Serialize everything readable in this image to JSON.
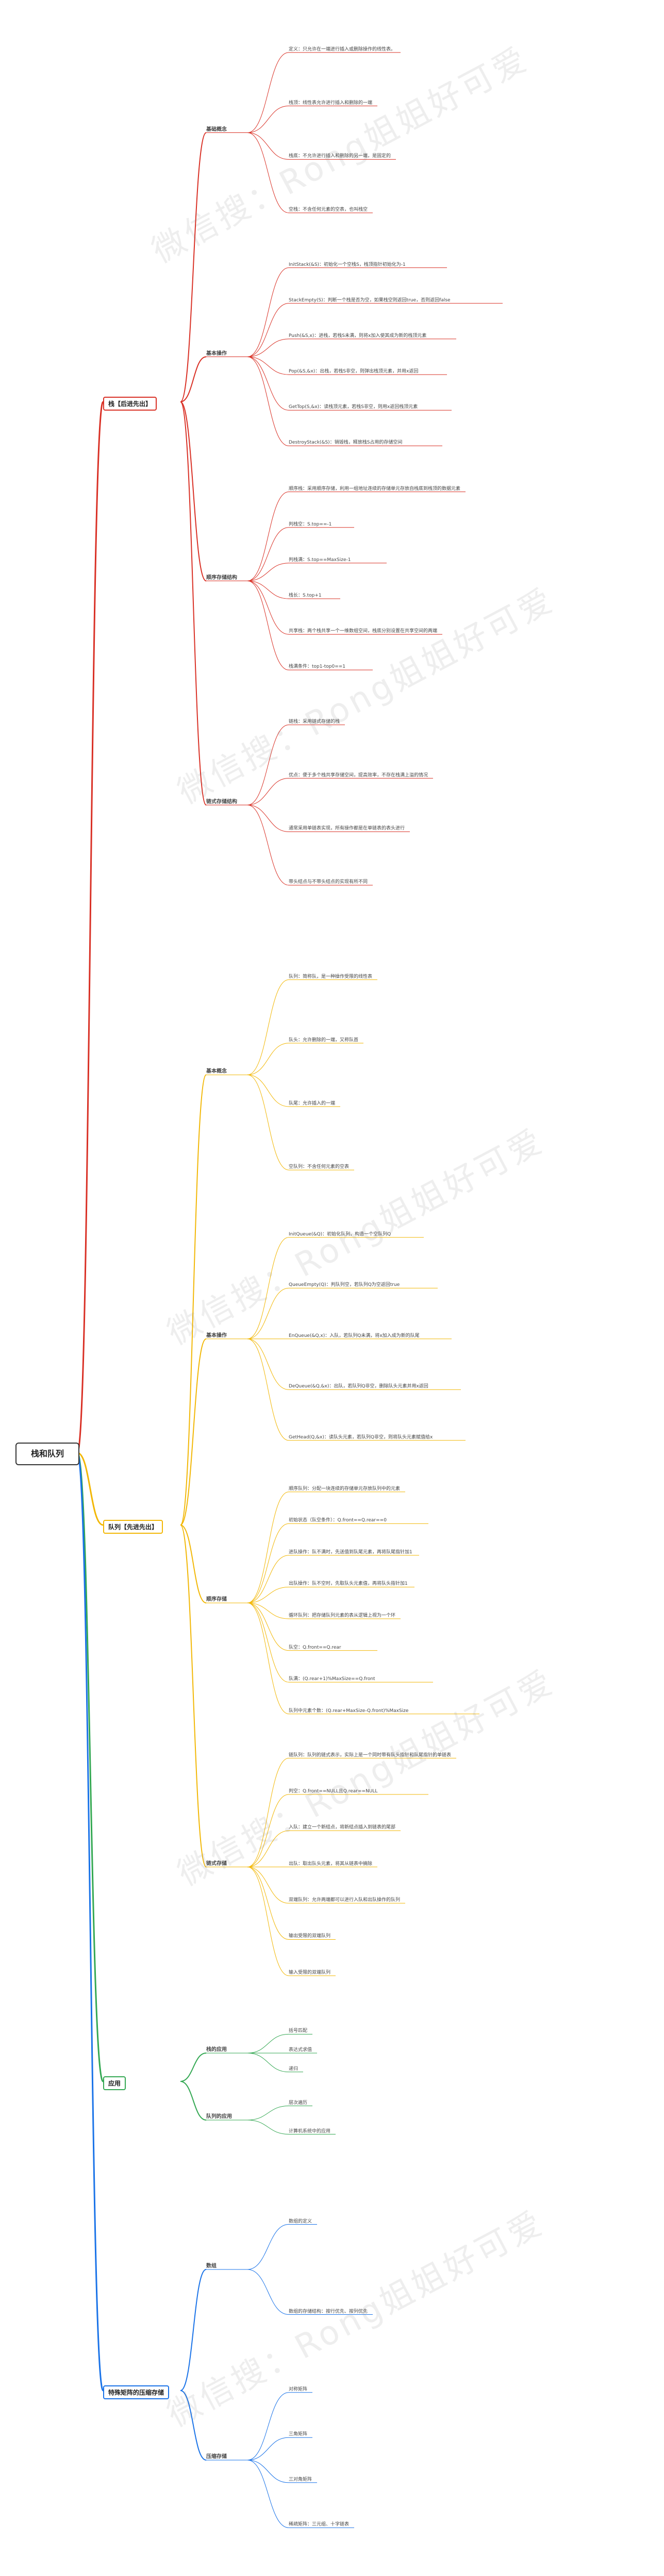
{
  "root": "栈和队列",
  "watermark": "微信搜：Rong姐姐好可爱",
  "colors": {
    "stack": "#d93025",
    "queue": "#f2b705",
    "apply": "#34a853",
    "special": "#1a73e8"
  },
  "branches": [
    {
      "id": "stack",
      "label": "栈【后进先出】",
      "sections": [
        {
          "label": "基础概念",
          "items": [
            "定义：只允许在一端进行插入或删除操作的线性表。",
            "栈顶：线性表允许进行插入和删除的一端",
            "栈底：不允许进行插入和删除的另一端，是固定的",
            "空栈：不含任何元素的空表，也叫栈空"
          ]
        },
        {
          "label": "基本操作",
          "items": [
            "InitStack(&S)：初始化一个空栈S，栈顶指针初始化为-1",
            "StackEmpty(S)：判断一个栈是否为空，如果栈空则返回true，否则返回false",
            "Push(&S,x)：进栈，若栈S未满，则将x加入使其成为新的栈顶元素",
            "Pop(&S,&x)：出栈，若栈S非空，则弹出栈顶元素，并用x返回",
            "GetTop(S,&x)：读栈顶元素，若栈S非空，则用x返回栈顶元素",
            "DestroyStack(&S)：销毁栈，释放栈S占用的存储空间"
          ]
        },
        {
          "label": "顺序存储结构",
          "items": [
            "顺序栈：采用顺序存储，利用一组地址连续的存储单元存放自栈底到栈顶的数据元素",
            "判栈空：S.top==-1",
            "判栈满：S.top==MaxSize-1",
            "栈长：S.top+1",
            "共享栈：两个栈共享一个一维数组空间，栈底分别设置在共享空间的两端",
            "栈满条件：top1-top0==1"
          ]
        },
        {
          "label": "链式存储结构",
          "items": [
            "链栈：采用链式存储的栈",
            "优点：便于多个栈共享存储空间，提高效率，不存在栈满上溢的情况",
            "通常采用单链表实现，所有操作都是在单链表的表头进行",
            "带头结点与不带头结点的实现有所不同"
          ]
        }
      ]
    },
    {
      "id": "queue",
      "label": "队列【先进先出】",
      "sections": [
        {
          "label": "基本概念",
          "items": [
            "队列：简称队，是一种操作受限的线性表",
            "队头：允许删除的一端，又称队首",
            "队尾：允许插入的一端",
            "空队列：不含任何元素的空表"
          ]
        },
        {
          "label": "基本操作",
          "items": [
            "InitQueue(&Q)：初始化队列，构造一个空队列Q",
            "QueueEmpty(Q)：判队列空，若队列Q为空返回true",
            "EnQueue(&Q,x)：入队，若队列Q未满，将x加入成为新的队尾",
            "DeQueue(&Q,&x)：出队，若队列Q非空，删除队头元素并用x返回",
            "GetHead(Q,&x)：读队头元素，若队列Q非空，则将队头元素赋值给x"
          ]
        },
        {
          "label": "顺序存储",
          "items": [
            "顺序队列：分配一块连续的存储单元存放队列中的元素",
            "初始状态（队空条件）：Q.front==Q.rear==0",
            "进队操作：队不满时，先送值到队尾元素，再将队尾指针加1",
            "出队操作：队不空时，先取队头元素值，再将队头指针加1",
            "循环队列：把存储队列元素的表从逻辑上视为一个环",
            "队空：Q.front==Q.rear",
            "队满：(Q.rear+1)%MaxSize==Q.front",
            "队列中元素个数：(Q.rear+MaxSize-Q.front)%MaxSize"
          ]
        },
        {
          "label": "链式存储",
          "items": [
            "链队列：队列的链式表示，实际上是一个同时带有队头指针和队尾指针的单链表",
            "判空：Q.front==NULL且Q.rear==NULL",
            "入队：建立一个新结点，将新结点插入到链表的尾部",
            "出队：取出队头元素，将其从链表中摘除",
            "双端队列：允许两端都可以进行入队和出队操作的队列",
            "输出受限的双端队列",
            "输入受限的双端队列"
          ]
        }
      ]
    },
    {
      "id": "apply",
      "label": "应用",
      "sections": [
        {
          "label": "栈的应用",
          "items": [
            "括号匹配",
            "表达式求值",
            "递归"
          ]
        },
        {
          "label": "队列的应用",
          "items": [
            "层次遍历",
            "计算机系统中的应用"
          ]
        }
      ]
    },
    {
      "id": "special",
      "label": "特殊矩阵的压缩存储",
      "sections": [
        {
          "label": "数组",
          "items": [
            "数组的定义",
            "数组的存储结构：按行优先、按列优先"
          ]
        },
        {
          "label": "压缩存储",
          "items": [
            "对称矩阵",
            "三角矩阵",
            "三对角矩阵",
            "稀疏矩阵：三元组、十字链表"
          ]
        }
      ]
    }
  ]
}
